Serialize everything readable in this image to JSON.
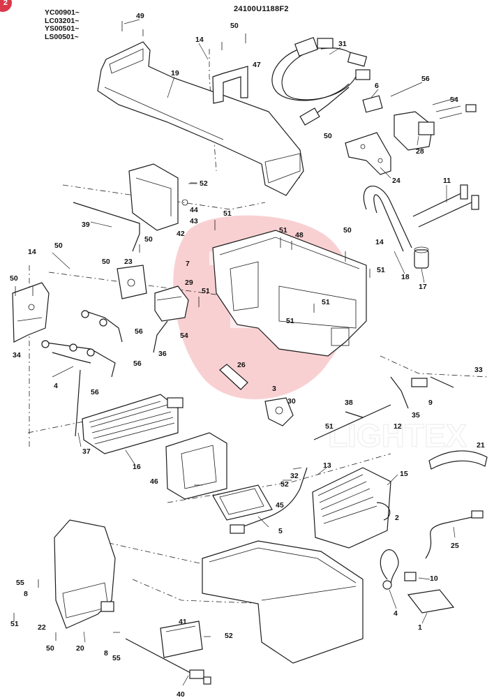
{
  "header": {
    "badge": "2",
    "serial_ranges": [
      "YC00901~",
      "LC03201~",
      "YS00501~",
      "LS00501~"
    ],
    "drawing_code": "24100U1188F2"
  },
  "part_numbers": {
    "p1": "1",
    "p2": "2",
    "p3": "3",
    "p4a": "4",
    "p4b": "4",
    "p5": "5",
    "p6": "6",
    "p7": "7",
    "p8a": "8",
    "p8b": "8",
    "p9": "9",
    "p10": "10",
    "p11": "11",
    "p12": "12",
    "p13": "13",
    "p14a": "14",
    "p14b": "14",
    "p14c": "14",
    "p15": "15",
    "p16": "16",
    "p17": "17",
    "p18": "18",
    "p19": "19",
    "p20": "20",
    "p21": "21",
    "p22": "22",
    "p23": "23",
    "p24": "24",
    "p25": "25",
    "p26": "26",
    "p28": "28",
    "p29": "29",
    "p30": "30",
    "p31": "31",
    "p32": "32",
    "p33": "33",
    "p34": "34",
    "p35": "35",
    "p36": "36",
    "p37": "37",
    "p38": "38",
    "p39": "39",
    "p40": "40",
    "p41": "41",
    "p42": "42",
    "p43": "43",
    "p44": "44",
    "p45": "45",
    "p46": "46",
    "p47": "47",
    "p48": "48",
    "p49": "49",
    "p50a": "50",
    "p50b": "50",
    "p50c": "50",
    "p50d": "50",
    "p50e": "50",
    "p50f": "50",
    "p50g": "50",
    "p51a": "51",
    "p51b": "51",
    "p51c": "51",
    "p51d": "51",
    "p51e": "51",
    "p51f": "51",
    "p51g": "51",
    "p51h": "51",
    "p52a": "52",
    "p52b": "52",
    "p52c": "52",
    "p54a": "54",
    "p54b": "54",
    "p55a": "55",
    "p55b": "55",
    "p56a": "56",
    "p56b": "56",
    "p56c": "56",
    "p56d": "56"
  },
  "watermark": {
    "text": "LIGHTEX",
    "color": "#e8585f"
  },
  "colors": {
    "ink": "#1a1a1a",
    "badge": "#d9394a",
    "watermark": "#e8585f"
  }
}
